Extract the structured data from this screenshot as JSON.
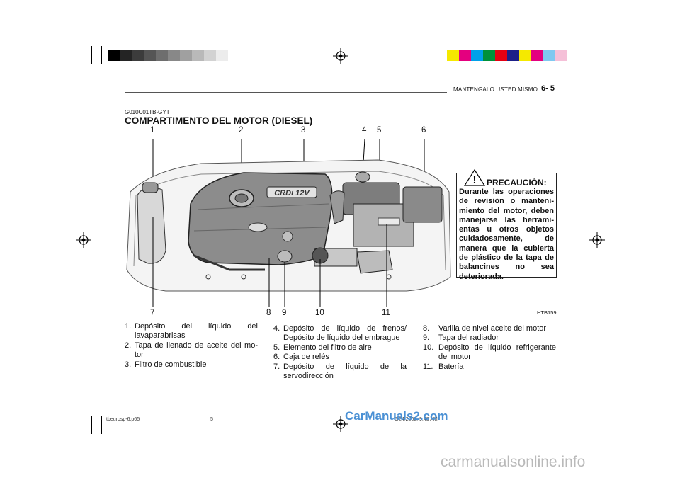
{
  "header": {
    "section": "MANTENGALO USTED MISMO",
    "page": "6- 5"
  },
  "doc_code": "G010C01TB-GYT",
  "title": "COMPARTIMENTO DEL MOTOR (DIESEL)",
  "figure": {
    "engine_badge": "CRDi 12V",
    "code": "HTB159",
    "callouts_top": [
      "1",
      "2",
      "3",
      "4",
      "5",
      "6"
    ],
    "callouts_bottom": [
      "7",
      "8",
      "9",
      "10",
      "11"
    ]
  },
  "caution": {
    "title": "PRECAUCIÓN:",
    "body": "Durante las operaciones de revisión o manteni-miento del motor, deben manejarse las herrami-entas u otros objetos cuidadosamente, de manera que la cubierta de plástico de la tapa de balancines no sea deteriorada."
  },
  "legend_col1": [
    {
      "n": "1.",
      "text": "Depósito del líquido del lavaparabrisas"
    },
    {
      "n": "2.",
      "text": "Tapa de llenado de aceite del mo-tor"
    },
    {
      "n": "3.",
      "text": "Filtro de combustible"
    }
  ],
  "legend_col2": [
    {
      "n": "4.",
      "text": "Depósito de líquido de frenos/ Depósito de líquido del embrague"
    },
    {
      "n": "5.",
      "text": "Elemento del filtro de aire"
    },
    {
      "n": "6.",
      "text": "Caja de relés"
    },
    {
      "n": "7.",
      "text": "Depósito de líquido de la servodirección"
    }
  ],
  "legend_col3": [
    {
      "n": "8.",
      "text": "Varilla de nivel aceite del motor"
    },
    {
      "n": "9.",
      "text": "Tapa del radiador"
    },
    {
      "n": "10.",
      "text": "Depósito de líquido refrigerante del motor"
    },
    {
      "n": "11.",
      "text": "Batería"
    }
  ],
  "footer": {
    "file": "tbeurosp-6.p65",
    "page_num": "5",
    "timestamp": "6/24/2008, 9:40 AM"
  },
  "watermarks": {
    "top": "CarManuals2.com",
    "bottom": "carmanualsonline.info"
  },
  "colors": {
    "gray_bar": [
      "#000000",
      "#242424",
      "#3c3c3c",
      "#555555",
      "#6e6e6e",
      "#888888",
      "#a0a0a0",
      "#b9b9b9",
      "#d2d2d2",
      "#ececec"
    ],
    "color_bar": [
      "#f5e900",
      "#e4007f",
      "#00a0e9",
      "#00913a",
      "#e60012",
      "#1d2088",
      "#f5e900",
      "#e4007f",
      "#7fc8f0",
      "#f5c0d8"
    ]
  }
}
